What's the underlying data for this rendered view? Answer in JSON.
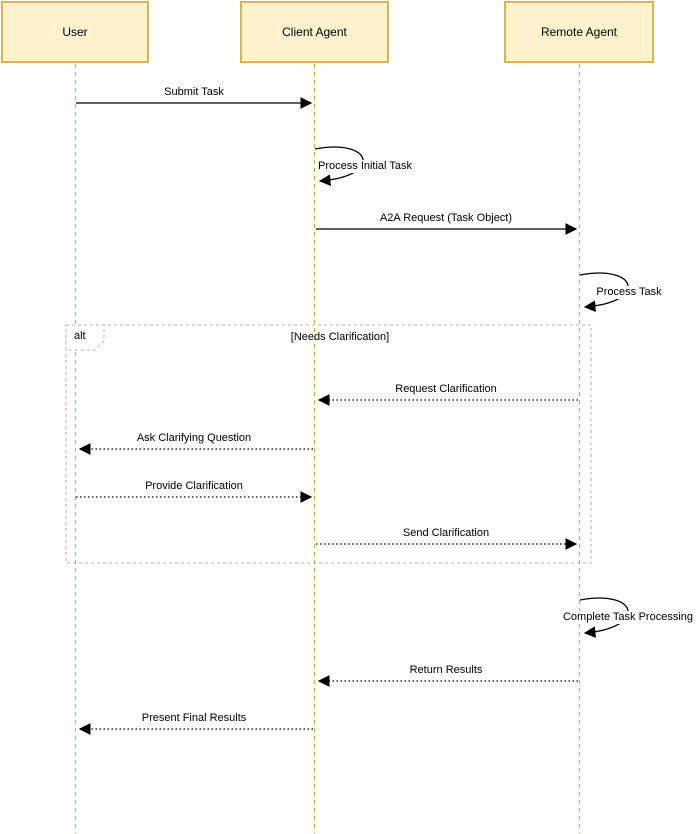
{
  "actors": [
    {
      "label": "User"
    },
    {
      "label": "Client Agent"
    },
    {
      "label": "Remote Agent"
    }
  ],
  "messages": [
    {
      "label": "Submit Task",
      "from": "User",
      "to": "Client Agent",
      "line": "solid"
    },
    {
      "label": "Process Initial Task",
      "from": "Client Agent",
      "to": "Client Agent",
      "line": "solid",
      "self": true
    },
    {
      "label": "A2A Request (Task Object)",
      "from": "Client Agent",
      "to": "Remote Agent",
      "line": "solid"
    },
    {
      "label": "Process Task",
      "from": "Remote Agent",
      "to": "Remote Agent",
      "line": "solid",
      "self": true
    },
    {
      "label": "Request Clarification",
      "from": "Remote Agent",
      "to": "Client Agent",
      "line": "dotted"
    },
    {
      "label": "Ask Clarifying Question",
      "from": "Client Agent",
      "to": "User",
      "line": "dotted"
    },
    {
      "label": "Provide Clarification",
      "from": "User",
      "to": "Client Agent",
      "line": "dotted"
    },
    {
      "label": "Send Clarification",
      "from": "Client Agent",
      "to": "Remote Agent",
      "line": "dotted"
    },
    {
      "label": "Complete Task Processing",
      "from": "Remote Agent",
      "to": "Remote Agent",
      "line": "solid",
      "self": true
    },
    {
      "label": "Return Results",
      "from": "Remote Agent",
      "to": "Client Agent",
      "line": "dotted"
    },
    {
      "label": "Present Final Results",
      "from": "Client Agent",
      "to": "User",
      "line": "dotted"
    }
  ],
  "fragment": {
    "operator": "alt",
    "condition": "[Needs Clarification]"
  },
  "colors": {
    "background": "#FFFFFF",
    "actor_fill": "#FFF2CC",
    "actor_border": "#D6B656",
    "lifeline": "#D6A73D",
    "message": "#000000",
    "fragment_border": "#B1B1B1"
  }
}
